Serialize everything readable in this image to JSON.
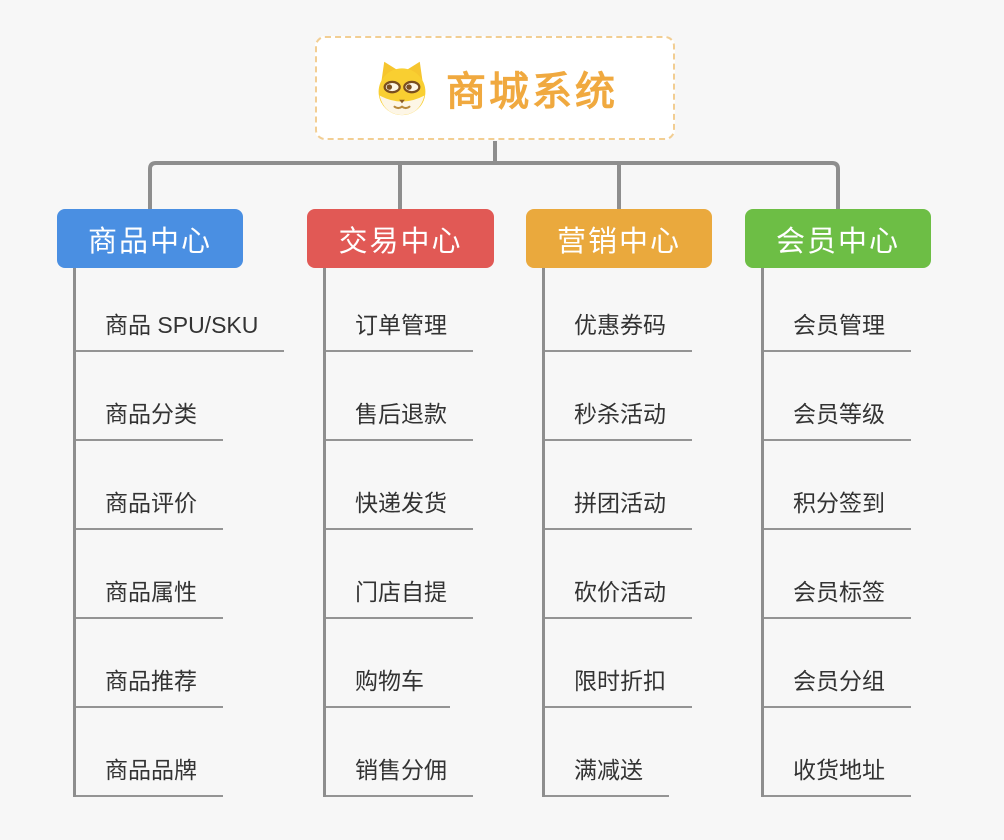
{
  "root": {
    "title": "商城系统",
    "icon": "dog-face-icon"
  },
  "colors": {
    "background": "#F7F7F7",
    "root_title": "#F0A93F",
    "root_border": "#F2CE93",
    "connector": "#8E8E8E",
    "leaf_underline": "#949494",
    "leaf_text": "#333333"
  },
  "branches": [
    {
      "id": "product-center",
      "label": "商品中心",
      "color": "#4A8FE2",
      "children": [
        "商品 SPU/SKU",
        "商品分类",
        "商品评价",
        "商品属性",
        "商品推荐",
        "商品品牌"
      ]
    },
    {
      "id": "trade-center",
      "label": "交易中心",
      "color": "#E15955",
      "children": [
        "订单管理",
        "售后退款",
        "快递发货",
        "门店自提",
        "购物车",
        "销售分佣"
      ]
    },
    {
      "id": "marketing-center",
      "label": "营销中心",
      "color": "#EAA93D",
      "children": [
        "优惠券码",
        "秒杀活动",
        "拼团活动",
        "砍价活动",
        "限时折扣",
        "满减送"
      ]
    },
    {
      "id": "member-center",
      "label": "会员中心",
      "color": "#6DBE45",
      "children": [
        "会员管理",
        "会员等级",
        "积分签到",
        "会员标签",
        "会员分组",
        "收货地址"
      ]
    }
  ]
}
